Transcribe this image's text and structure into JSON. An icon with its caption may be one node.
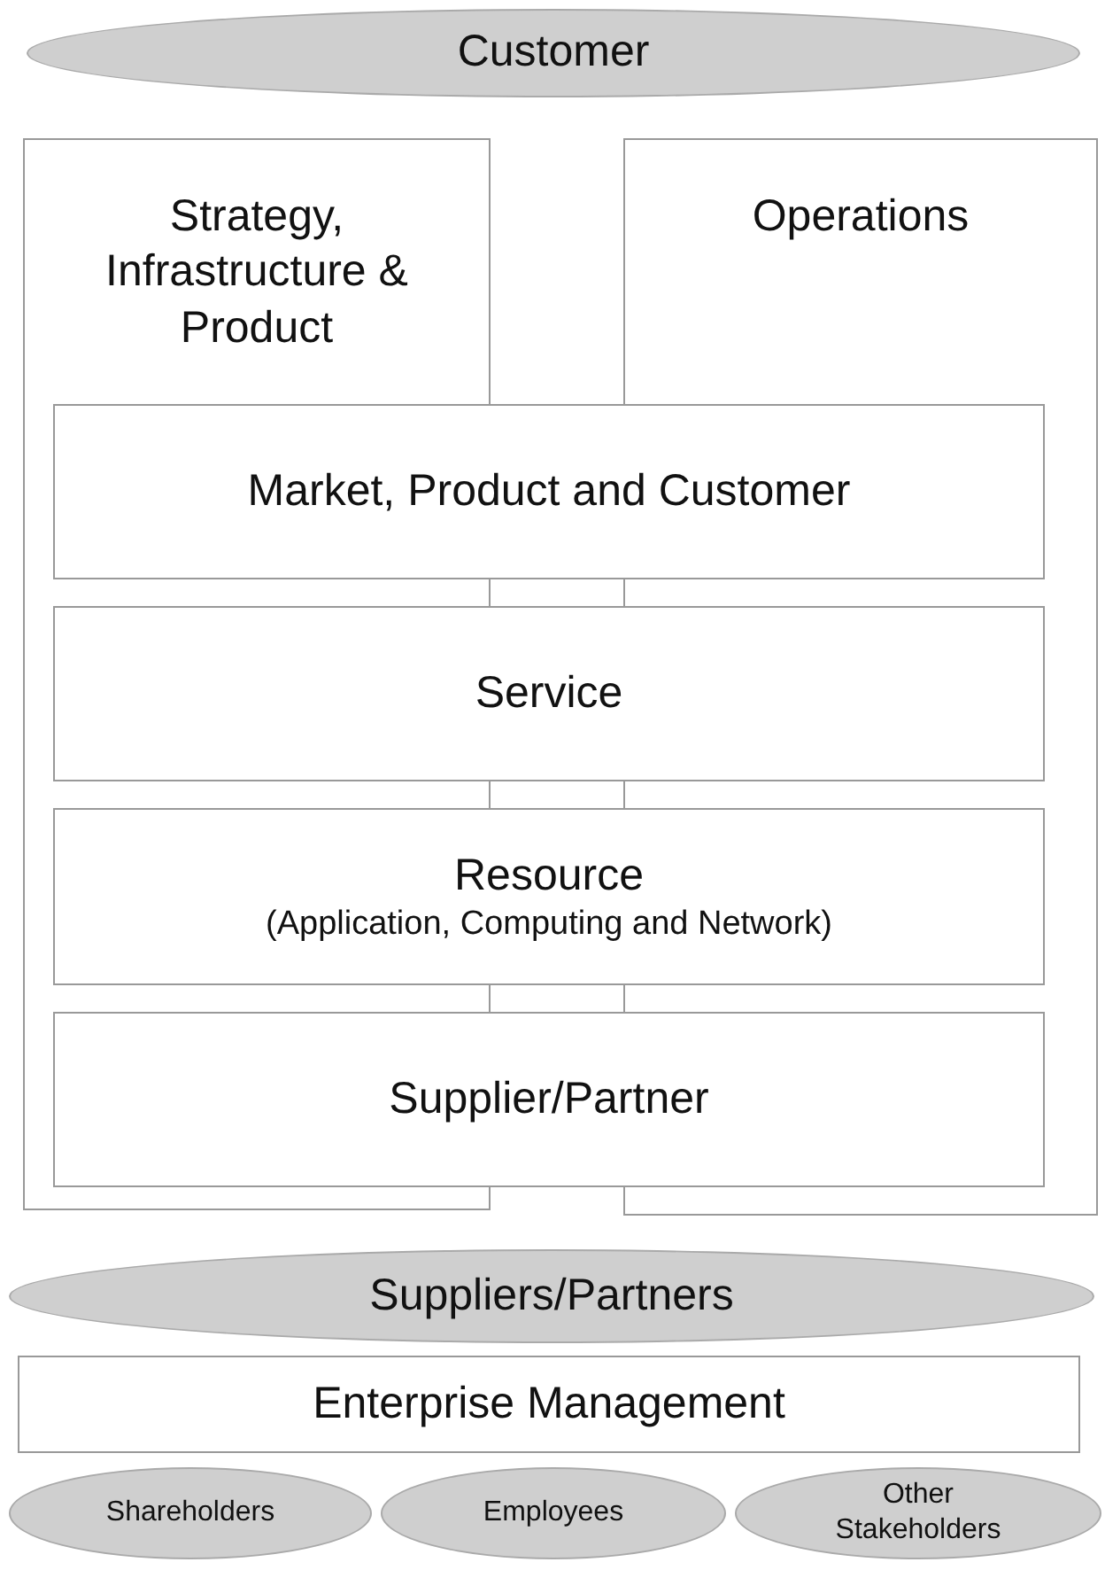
{
  "diagram": {
    "nodes": [
      {
        "text": [
          "Customer"
        ]
      },
      {
        "text": [
          "Strategy, Infrastructure & Product"
        ]
      },
      {
        "text": [
          "Operations"
        ]
      },
      {
        "text": [
          "Market, Product and Customer"
        ]
      },
      {
        "text": [
          "Service"
        ]
      },
      {
        "text": [
          "Resource",
          "(Application, Computing and Network)"
        ]
      },
      {
        "text": [
          "Supplier/Partner"
        ]
      },
      {
        "text": [
          "Suppliers/Partners"
        ]
      },
      {
        "text": [
          "Enterprise Management"
        ]
      },
      {
        "text": [
          "Shareholders"
        ]
      },
      {
        "text": [
          "Employees"
        ]
      },
      {
        "text": [
          "Other Stakeholders"
        ]
      }
    ]
  }
}
